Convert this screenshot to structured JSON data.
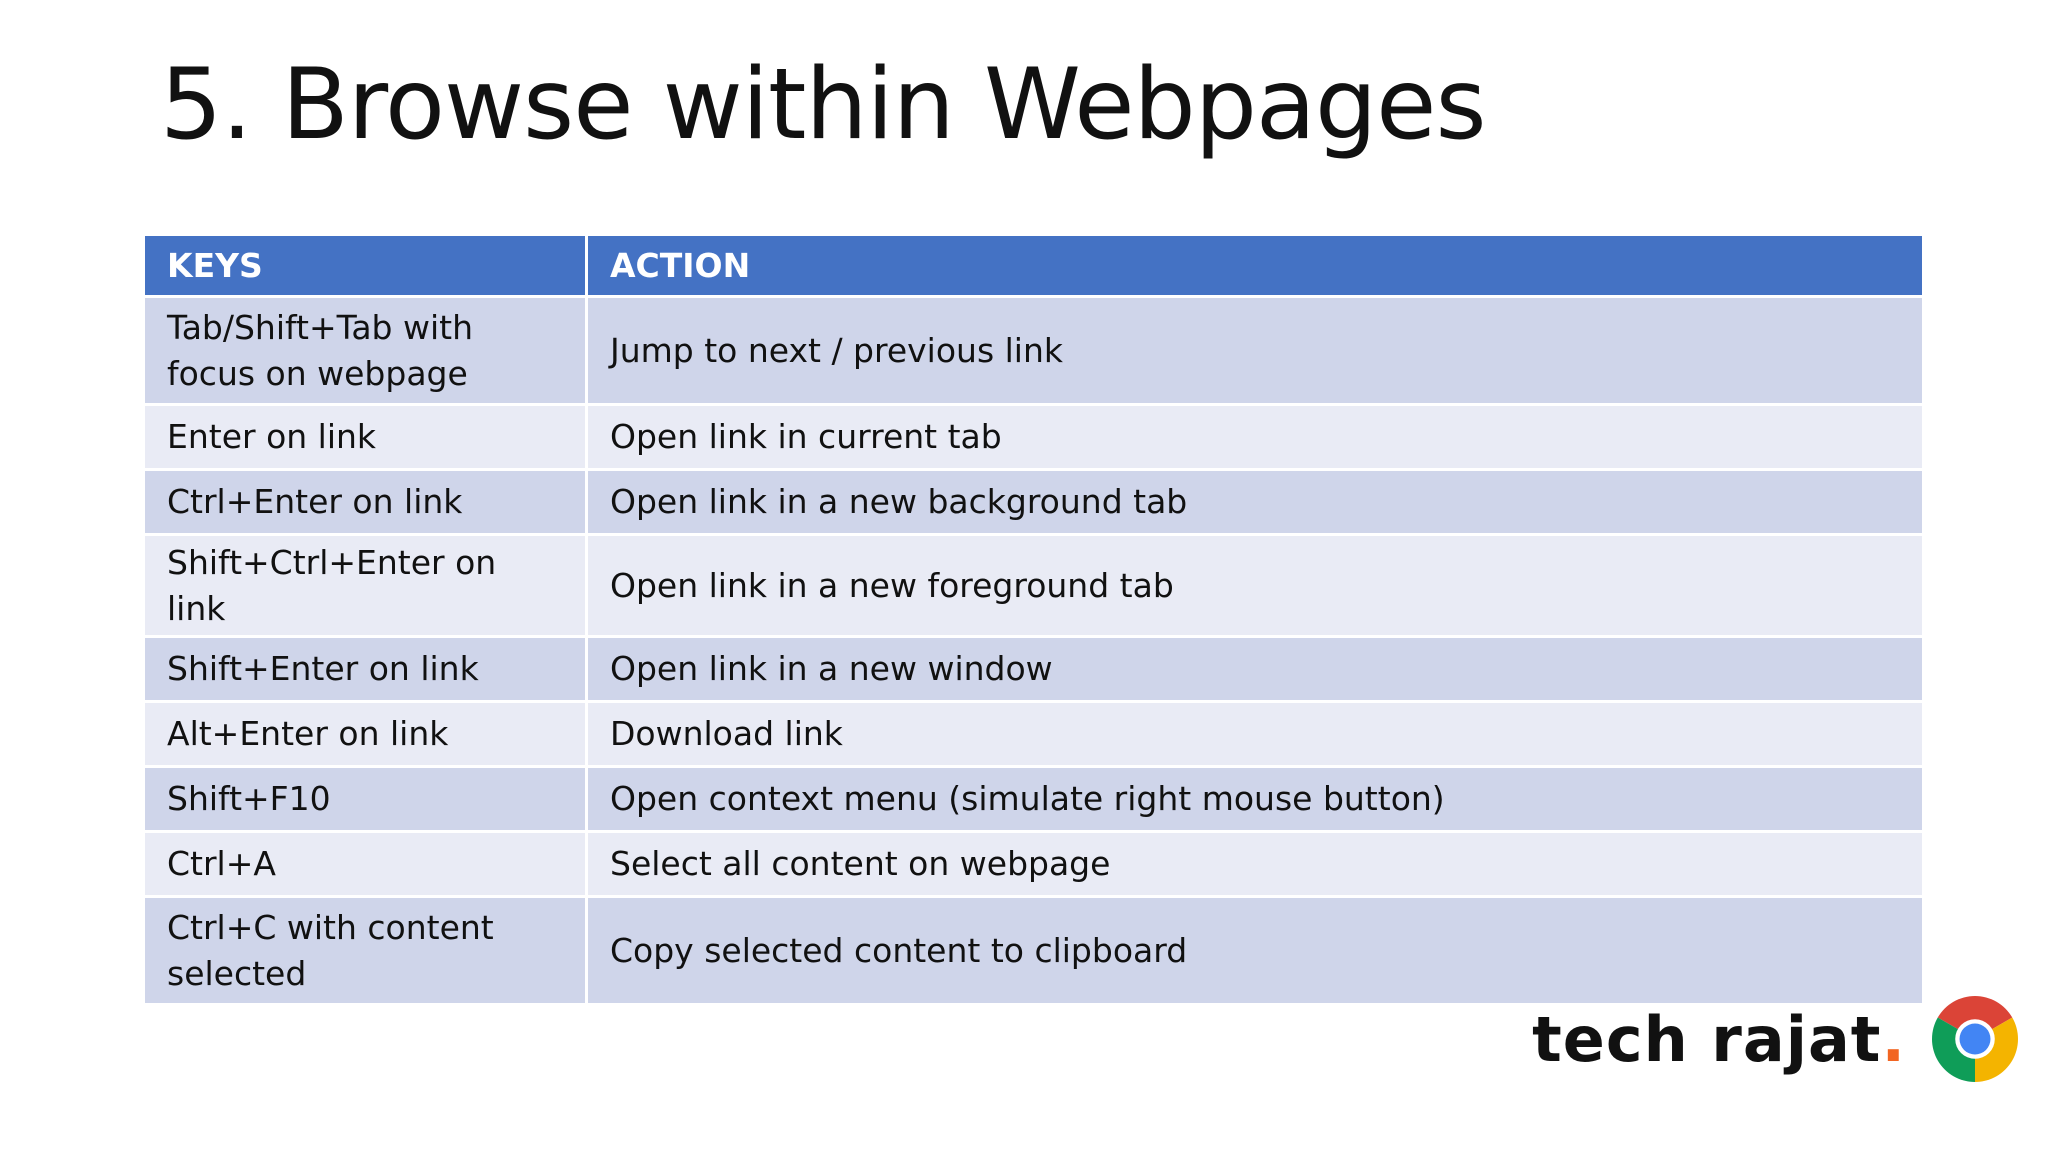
{
  "slide": {
    "title": "5. Browse within Webpages"
  },
  "table": {
    "headers": [
      "KEYS",
      "ACTION"
    ],
    "rows": [
      {
        "keys": "Tab/Shift+Tab with focus on webpage",
        "action": "Jump to next / previous link"
      },
      {
        "keys": "Enter on link",
        "action": "Open link in current tab"
      },
      {
        "keys": "Ctrl+Enter on link",
        "action": "Open link in a new background tab"
      },
      {
        "keys": "Shift+Ctrl+Enter on link",
        "action": "Open link in a new foreground tab"
      },
      {
        "keys": "Shift+Enter on link",
        "action": "Open link in a new window"
      },
      {
        "keys": "Alt+Enter on link",
        "action": "Download link"
      },
      {
        "keys": "Shift+F10",
        "action": "Open context menu (simulate right mouse button)"
      },
      {
        "keys": "Ctrl+A",
        "action": "Select all content on webpage"
      },
      {
        "keys": "Ctrl+C with content selected",
        "action": "Copy selected content to clipboard"
      }
    ]
  },
  "brand": {
    "name": "tech rajat",
    "dot": ".",
    "logo_icon": "chrome-logo-icon"
  },
  "colors": {
    "header_bg": "#4472c4",
    "row_odd": "#cfd5ea",
    "row_even": "#e9ebf5",
    "brand_dot": "#f26522"
  }
}
